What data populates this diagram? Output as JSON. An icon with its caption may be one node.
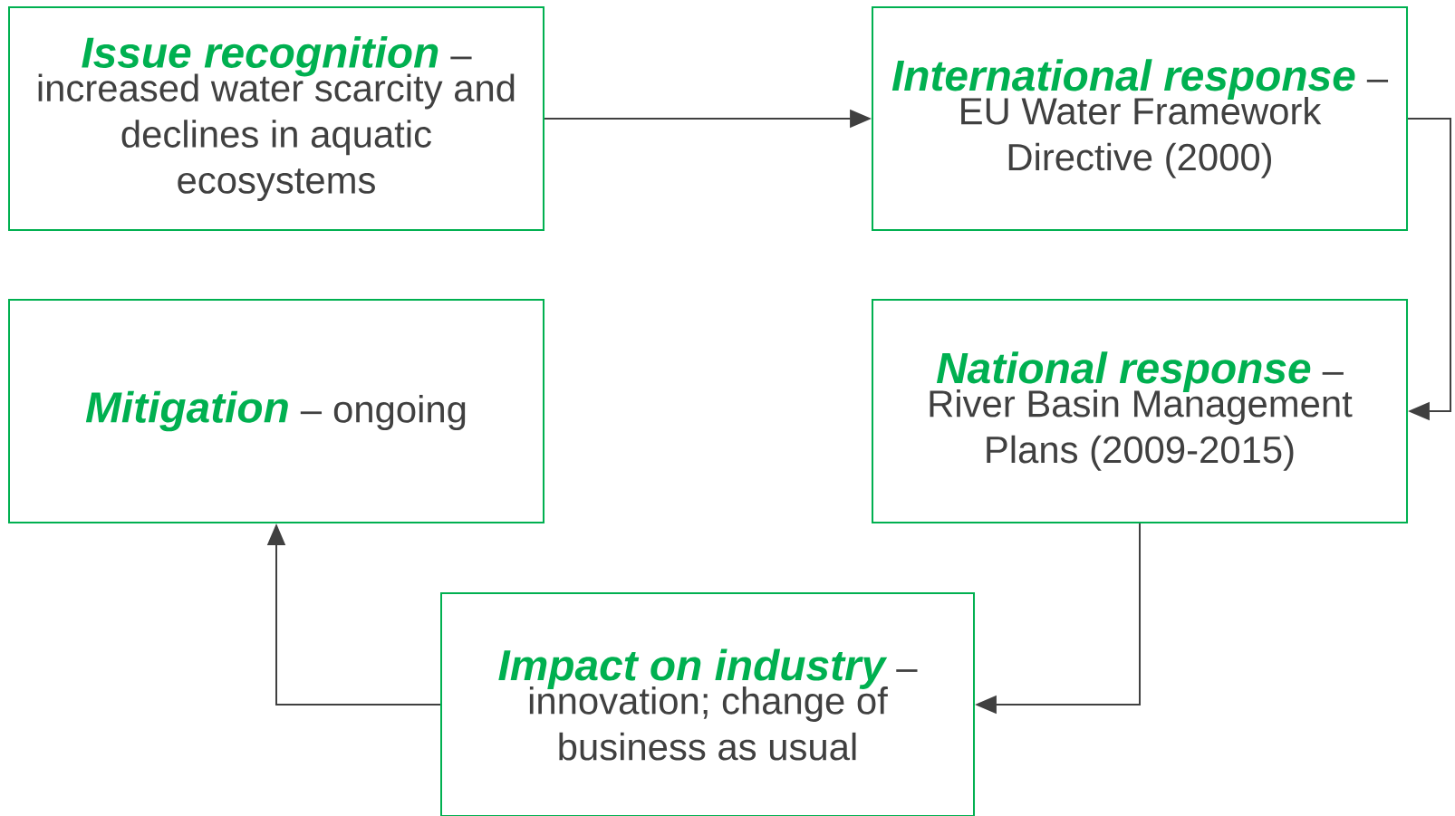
{
  "diagram": {
    "nodes": [
      {
        "text": [
          "Issue recognition",
          "–",
          "increased water scarcity and declines in aquatic ecosystems"
        ]
      },
      {
        "text": [
          "International response",
          "–",
          "EU Water Framework Directive (2000)"
        ]
      },
      {
        "text": [
          "National response",
          "–",
          "River Basin Management Plans (2009-2015)"
        ]
      },
      {
        "text": [
          "Mitigation",
          "–",
          "ongoing"
        ]
      },
      {
        "text": [
          "Impact on industry",
          "–",
          "innovation; change of business as usual"
        ]
      }
    ],
    "edges": [
      {
        "from": 0,
        "to": 1,
        "arrow": "to"
      },
      {
        "from": 1,
        "to": 2,
        "arrow": "to"
      },
      {
        "from": 2,
        "to": 4,
        "arrow": "to"
      },
      {
        "from": 4,
        "to": 3,
        "arrow": "to"
      }
    ]
  }
}
